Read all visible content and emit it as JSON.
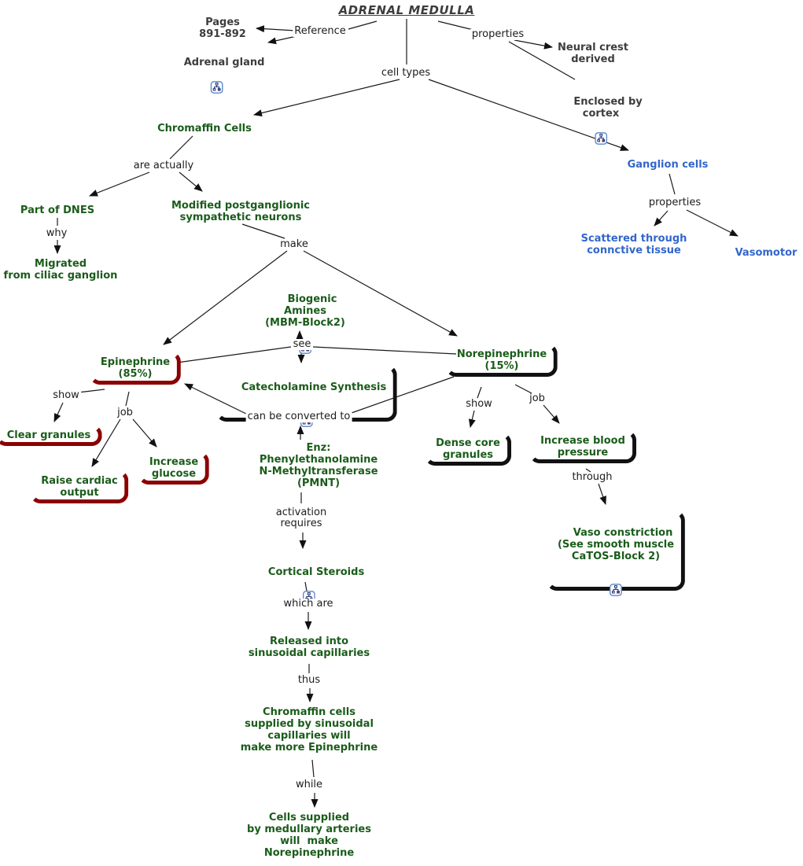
{
  "title": "ADRENAL MEDULLA",
  "colors": {
    "green_text": "#1a5c1a",
    "dark_text": "#3d3d3d",
    "blue_text": "#3366cc",
    "red_border": "#8b0000",
    "black_border": "#111111",
    "icon_border": "#5b87c9"
  },
  "nodes": {
    "pages": "Pages\n891-892",
    "adrenal_gland": "Adrenal gland",
    "neural_crest": "Neural crest\nderived",
    "enclosed_by_cortex": "Enclosed by\ncortex",
    "chromaffin_cells": "Chromaffin Cells",
    "ganglion_cells": "Ganglion cells",
    "part_of_dnes": "Part of DNES",
    "migrated": "Migrated\nfrom ciliac ganglion",
    "modified_neurons": "Modified postganglionic\nsympathetic neurons",
    "biogenic_amines": "Biogenic\nAmines\n(MBM-Block2)",
    "epinephrine": "Epinephrine\n(85%)",
    "norepinephrine": "Norepinephrine\n(15%)",
    "catecholamine_synthesis": "Catecholamine Synthesis",
    "clear_granules": "Clear granules",
    "raise_cardiac_output": "Raise cardiac\noutput",
    "increase_glucose": "Increase\nglucose",
    "dense_core_granules": "Dense core\ngranules",
    "increase_blood_pressure": "Increase blood\npressure",
    "vaso_constriction": "Vaso constriction\n(See smooth muscle\nCaTOS-Block 2)",
    "enz_pmnt": "Enz:\nPhenylethanolamine\nN-Methyltransferase\n(PMNT)",
    "cortical_steroids": "Cortical Steroids",
    "released_into": "Released into\nsinusoidal capillaries",
    "chromaffin_supplied": "Chromaffin cells\nsupplied by sinusoidal\ncapillaries will\nmake more Epinephrine",
    "cells_supplied": "Cells supplied\nby medullary arteries\nwill  make\nNorepinephrine",
    "scattered": "Scattered through\nconnctive tissue",
    "vasomotor": "Vasomotor"
  },
  "links": {
    "reference": "Reference",
    "properties_top": "properties",
    "cell_types": "cell types",
    "are_actually": "are actually",
    "why": "why",
    "make": "make",
    "see": "see",
    "properties_right": "properties",
    "show_left": "show",
    "job_left": "job",
    "can_be_converted": "can be converted to",
    "show_right": "show",
    "job_right": "job",
    "through": "through",
    "activation_requires": "activation\nrequires",
    "which_are": "which are",
    "thus": "thus",
    "while": "while"
  },
  "icon": {
    "name": "concept-map-icon"
  }
}
